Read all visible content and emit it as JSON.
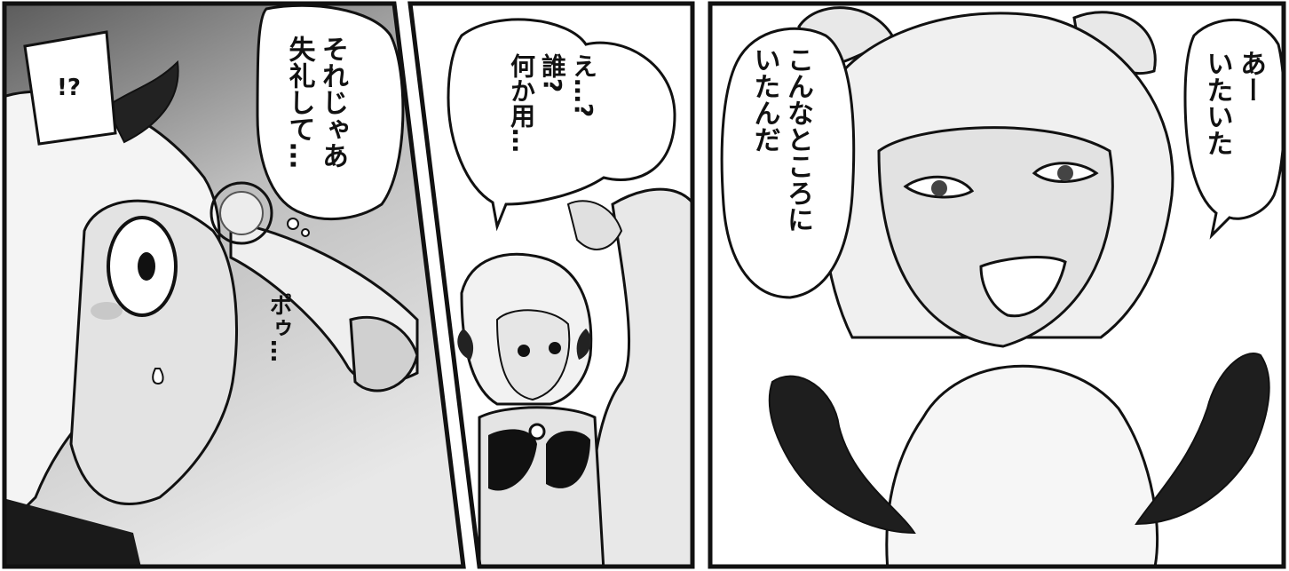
{
  "panel_left": {
    "caption_box": "!?",
    "speech": "それじゃあ\n失礼して…",
    "sfx": "ポゥ…"
  },
  "panel_middle": {
    "speech": "え…?\n誰?\n何か用…"
  },
  "panel_right": {
    "speech_left": "こんなところに\nいたんだ",
    "speech_right": "あー\nいたいた"
  },
  "colors": {
    "ink": "#111111",
    "screentone": "#d9d9d9",
    "gutter": "#ffffff"
  }
}
